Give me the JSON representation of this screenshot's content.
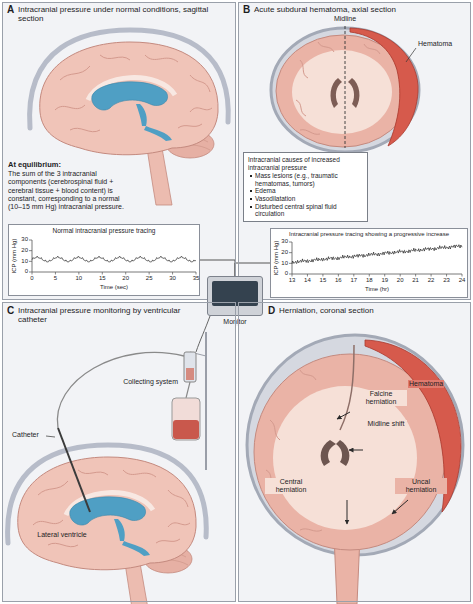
{
  "diagram": {
    "nodes": [
      {
        "text": [
          "A",
          "Intracranial pressure under normal conditions, sagittal section",
          "At equilibrium:",
          "The sum of the 3 intracranial components (cerebrospinal fluid + cerebral tissue + blood content) is constant, corresponding to a normal (10–15 mm Hg) intracranial pressure."
        ]
      },
      {
        "text": [
          "Normal intracranial pressure tracing",
          "ICP (mm Hg)",
          "Time (sec)"
        ],
        "in": 0
      },
      {
        "text": [
          "B",
          "Acute subdural hematoma, axial section"
        ]
      },
      {
        "text": [
          "Intracranial causes of increased intracranial pressure",
          "Mass lesions (e.g., traumatic hematomas, tumors)",
          "Edema",
          "Vasodilatation",
          "Disturbed central spinal fluid circulation"
        ],
        "in": 2
      },
      {
        "text": [
          "Intracranial pressure tracing showing a progressive increase",
          "ICP (mm Hg)",
          "Time (hr)"
        ],
        "in": 2
      },
      {
        "text": [
          "Monitor"
        ]
      },
      {
        "text": [
          "C",
          "Intracranial pressure monitoring by ventricular catheter"
        ]
      },
      {
        "text": [
          "D",
          "Herniation, coronal section"
        ]
      }
    ],
    "edges": [
      {
        "from": 5,
        "to": 1,
        "arrow": "none"
      },
      {
        "from": 5,
        "to": 4,
        "arrow": "none"
      }
    ],
    "labels": [
      "Midline",
      "Hematoma",
      "0",
      "10",
      "20",
      "30",
      "0",
      "5",
      "10",
      "15",
      "20",
      "25",
      "30",
      "35",
      "0",
      "10",
      "20",
      "30",
      "13",
      "14",
      "15",
      "16",
      "17",
      "18",
      "19",
      "20",
      "21",
      "22",
      "23",
      "24",
      "Collecting system",
      "Catheter",
      "Lateral ventricle",
      "Hematoma",
      "Falcine herniation",
      "Midline shift",
      "Central herniation",
      "Uncal herniation"
    ]
  }
}
